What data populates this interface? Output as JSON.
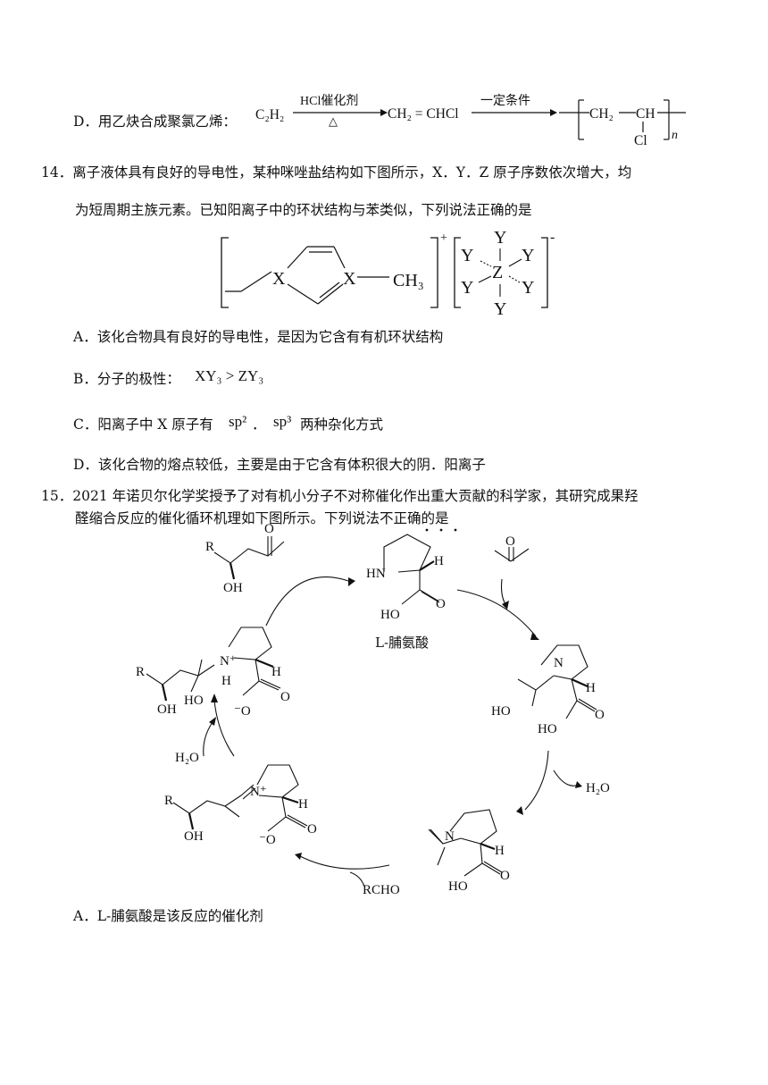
{
  "optionD_q13": {
    "label": "D．用乙炔合成聚氯乙烯：",
    "reactant": "C₂H₂",
    "cond1_top": "HCl催化剂",
    "cond1_bottom": "△",
    "intermediate": "CH₂ = CHCl",
    "cond2_top": "一定条件",
    "polymer_part1": "CH₂",
    "polymer_part2": "CH",
    "polymer_sub": "Cl",
    "polymer_n": "n"
  },
  "q14": {
    "line1": "14．离子液体具有良好的导电性，某种咪唑盐结构如下图所示，X．Y．Z 原子序数依次增大，均",
    "line2": "为短周期主族元素。已知阳离子中的环状结构与苯类似，下列说法正确的是",
    "structure": {
      "x_atom": "X",
      "ch3": "CH₃",
      "cation_charge": "+",
      "y_atom": "Y",
      "z_atom": "Z",
      "anion_charge": "-"
    },
    "options": {
      "A": "A．该化合物具有良好的导电性，是因为它含有有机环状结构",
      "B_text": "B．分子的极性：",
      "B_formula": "XY₃ > ZY₃",
      "C_pre": "C．阳离子中 X 原子有",
      "C_sp2": "sp²",
      "C_sep": "．",
      "C_sp3": "sp³",
      "C_post": "两种杂化方式",
      "D": "D．该化合物的熔点较低，主要是由于它含有体积很大的阴．阳离子"
    }
  },
  "q15": {
    "line1": "15．2021 年诺贝尔化学奖授予了对有机小分子不对称催化作出重大贡献的科学家，其研究成果羟",
    "line2_pre": "醛缩合反应的催化循环机理如下图所示。下列说法",
    "line2_emph": "不正确",
    "line2_post": "的是",
    "diagram": {
      "R": "R",
      "OH": "OH",
      "O": "O",
      "HN": "HN",
      "H": "H",
      "HO": "HO",
      "N": "N",
      "Nplus": "N⁺",
      "catalyst_name": "L-脯氨酸",
      "water": "H₂O",
      "aldehyde": "RCHO",
      "o_minus": "⁻O"
    },
    "options": {
      "A": "A．L-脯氨酸是该反应的催化剂"
    }
  }
}
